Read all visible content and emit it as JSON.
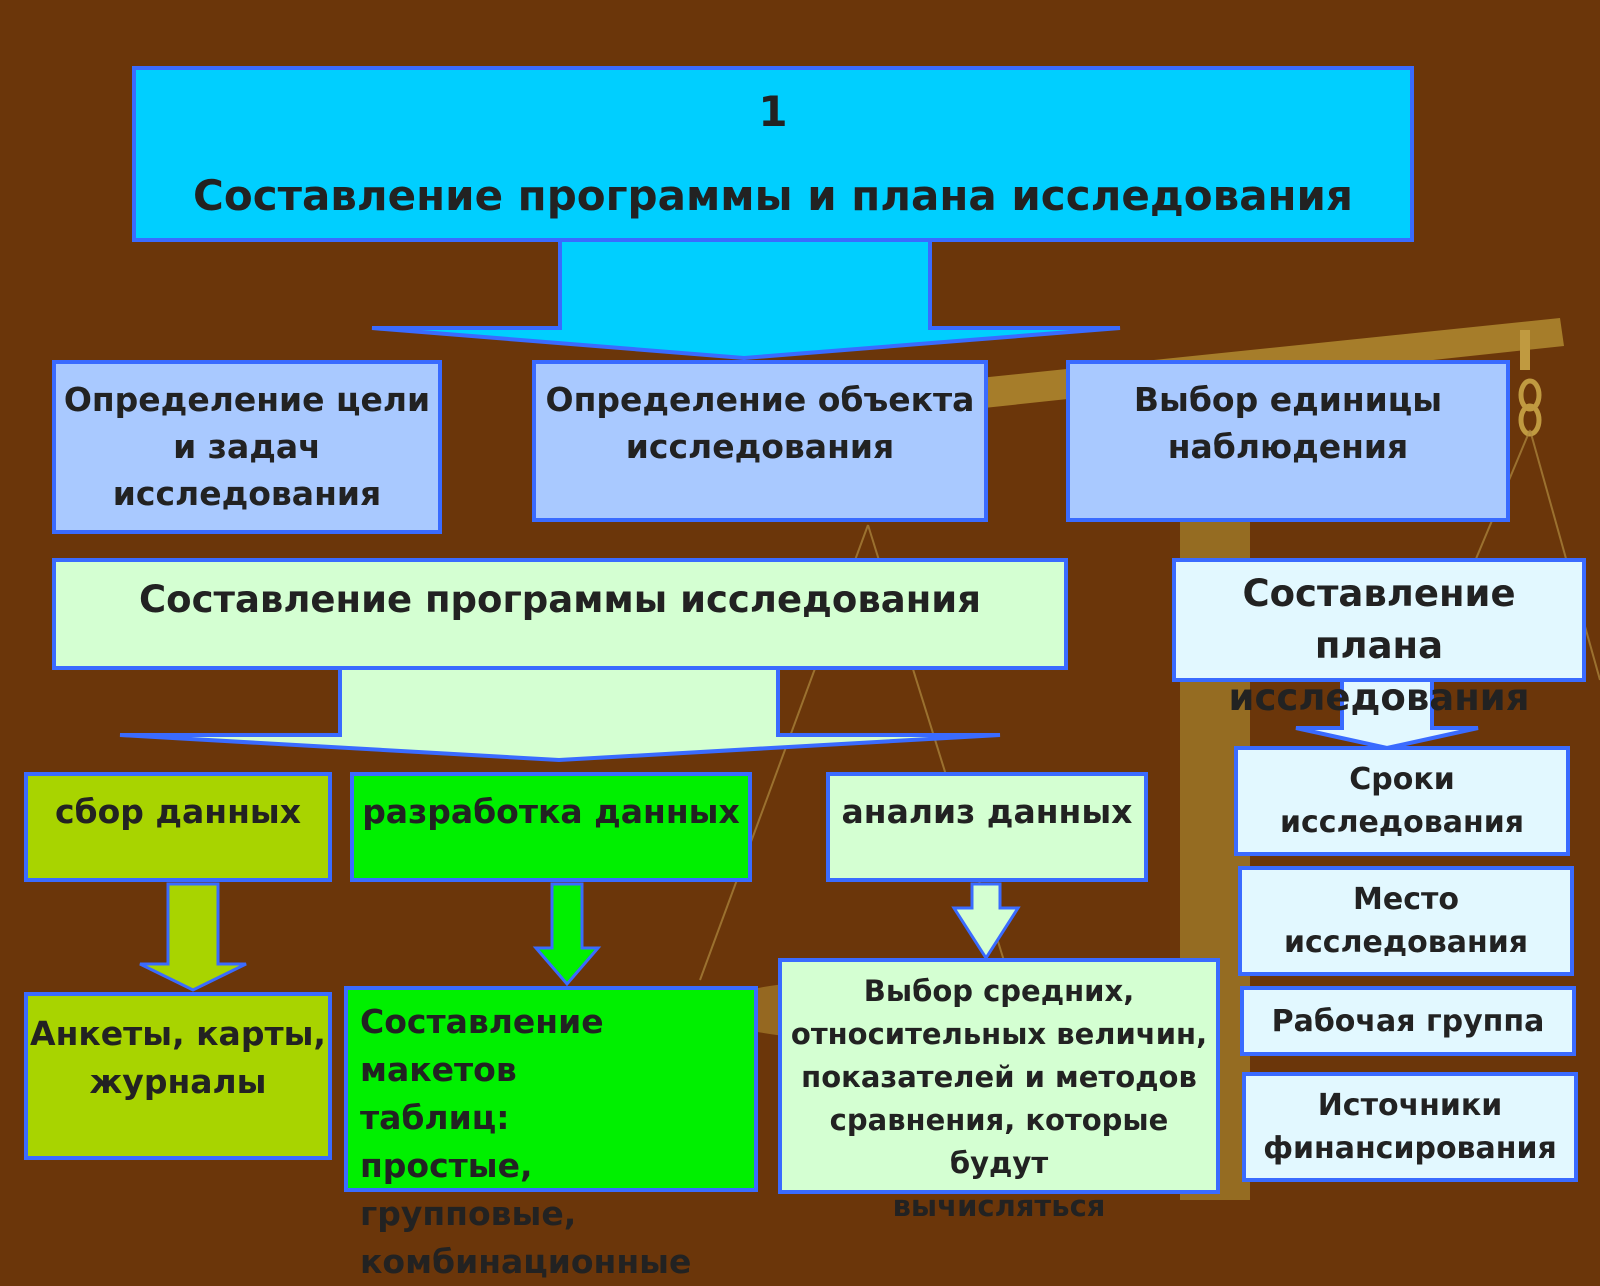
{
  "title": {
    "number": "1",
    "text": "Составление программы и плана исследования"
  },
  "level2": [
    {
      "line1": "Определение цели",
      "line2": "и задач",
      "line3": "исследования"
    },
    {
      "line1": "Определение объекта",
      "line2": "исследования"
    },
    {
      "line1": "Выбор единицы",
      "line2": "наблюдения"
    }
  ],
  "program": {
    "text": "Составление программы исследования"
  },
  "plan": {
    "line1": "Составление плана",
    "line2": "исследования"
  },
  "stages": [
    {
      "label": "сбор данных"
    },
    {
      "label": "разработка данных"
    },
    {
      "label": "анализ данных"
    }
  ],
  "stage_results": [
    {
      "line1": "Анкеты, карты,",
      "line2": "журналы"
    },
    {
      "line1": "Составление макетов",
      "line2": "таблиц:",
      "line3": "простые, групповые,",
      "line4": "комбинационные"
    },
    {
      "line1": "Выбор средних,",
      "line2": "относительных величин,",
      "line3": "показателей и методов",
      "line4": "сравнения, которые будут",
      "line5": "вычисляться"
    }
  ],
  "plan_items": [
    {
      "line1": "Сроки",
      "line2": "исследования"
    },
    {
      "line1": "Место",
      "line2": "исследования"
    },
    {
      "line1": "Рабочая группа"
    },
    {
      "line1": "Источники",
      "line2": "финансирования"
    }
  ],
  "colors": {
    "background": "#6b360a",
    "title": "#00cfff",
    "level2": "#a9c9ff",
    "program": "#d4ffd2",
    "plan": "#e2f8ff",
    "collection": "#a8d400",
    "processing": "#00f000",
    "analysis": "#d4ffd2",
    "border": "#3a6bff"
  }
}
